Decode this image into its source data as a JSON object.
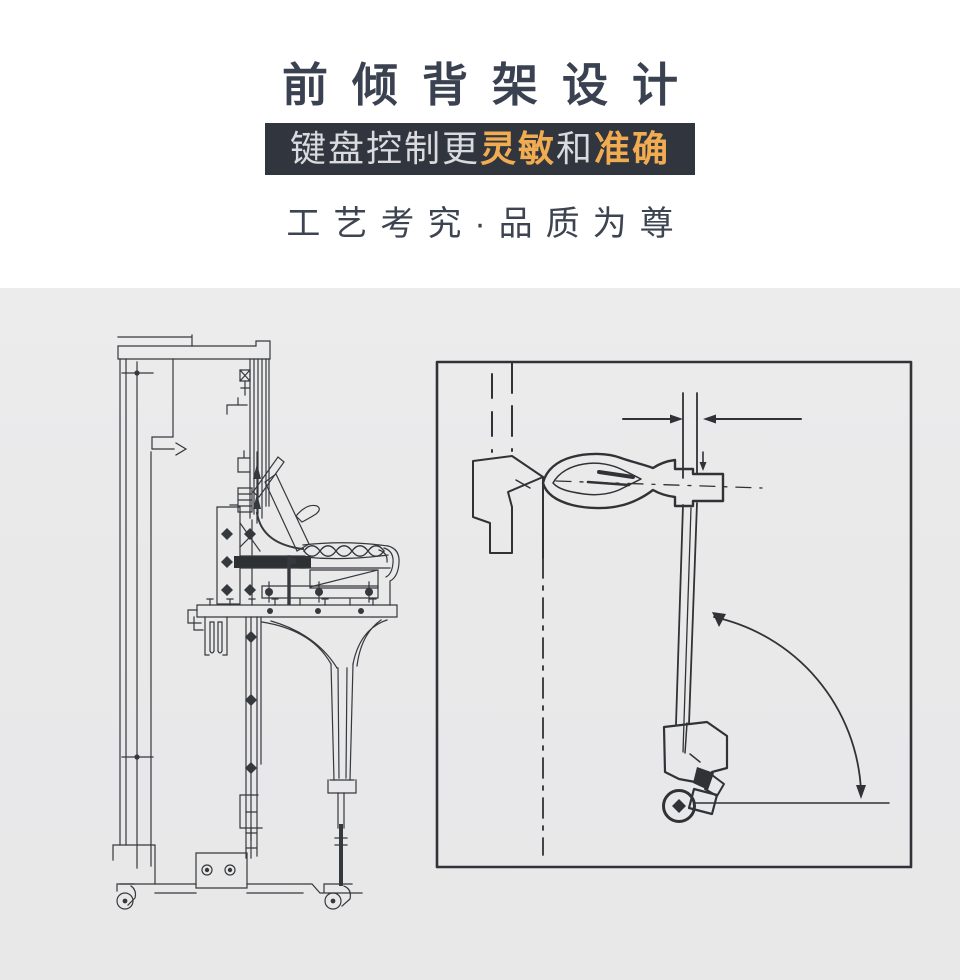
{
  "header": {
    "title": "前倾背架设计",
    "banner": {
      "prefix": "键盘控制更",
      "highlight1": "灵敏",
      "connector": "和",
      "highlight2": "准确"
    },
    "tagline": "工艺考究·品质为尊"
  },
  "colors": {
    "accent_orange": "#f1ac52",
    "banner_background": "#31353e",
    "title_text": "#3a4150",
    "section_background": "#e9e9ea",
    "drawing_line": "#35383c",
    "detail_line": "#232528"
  },
  "figures": {
    "left": {
      "name": "upright-piano-side-section-drawing"
    },
    "right": {
      "name": "hammer-action-angle-detail-drawing"
    }
  }
}
